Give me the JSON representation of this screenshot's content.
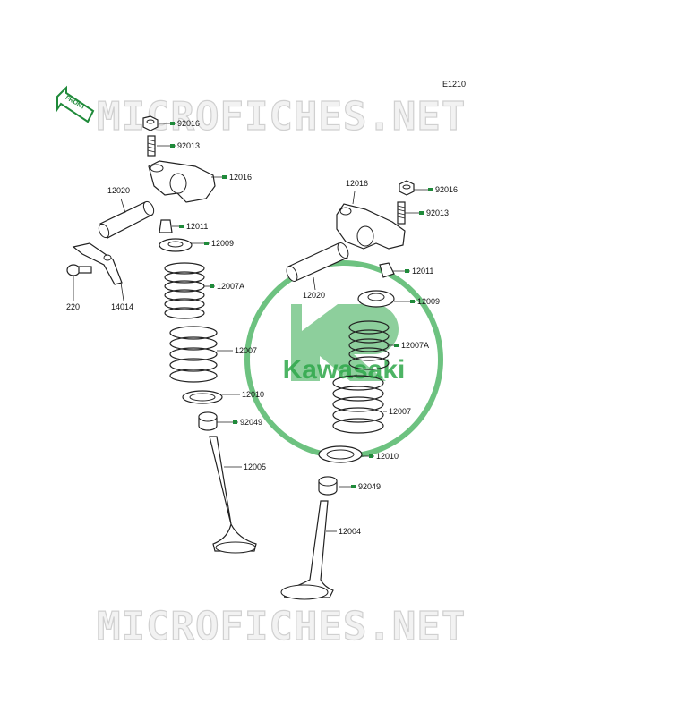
{
  "diagram": {
    "code": "E1210",
    "front_label": "FRONT",
    "watermark": "MICROFICHES.NET",
    "brand": "Kawasaki",
    "colors": {
      "accent": "#1f8a3a",
      "logo": "#2fa84a"
    },
    "parts_left": [
      {
        "id": "92016"
      },
      {
        "id": "92013"
      },
      {
        "id": "12016"
      },
      {
        "id": "12020"
      },
      {
        "id": "12011"
      },
      {
        "id": "12009"
      },
      {
        "id": "12007A"
      },
      {
        "id": "14014"
      },
      {
        "id": "220"
      },
      {
        "id": "12007"
      },
      {
        "id": "12010"
      },
      {
        "id": "92049"
      },
      {
        "id": "12005"
      }
    ],
    "parts_right": [
      {
        "id": "12016"
      },
      {
        "id": "92016"
      },
      {
        "id": "92013"
      },
      {
        "id": "12011"
      },
      {
        "id": "12020"
      },
      {
        "id": "12009"
      },
      {
        "id": "12007A"
      },
      {
        "id": "12007"
      },
      {
        "id": "12010"
      },
      {
        "id": "92049"
      },
      {
        "id": "12004"
      }
    ]
  }
}
